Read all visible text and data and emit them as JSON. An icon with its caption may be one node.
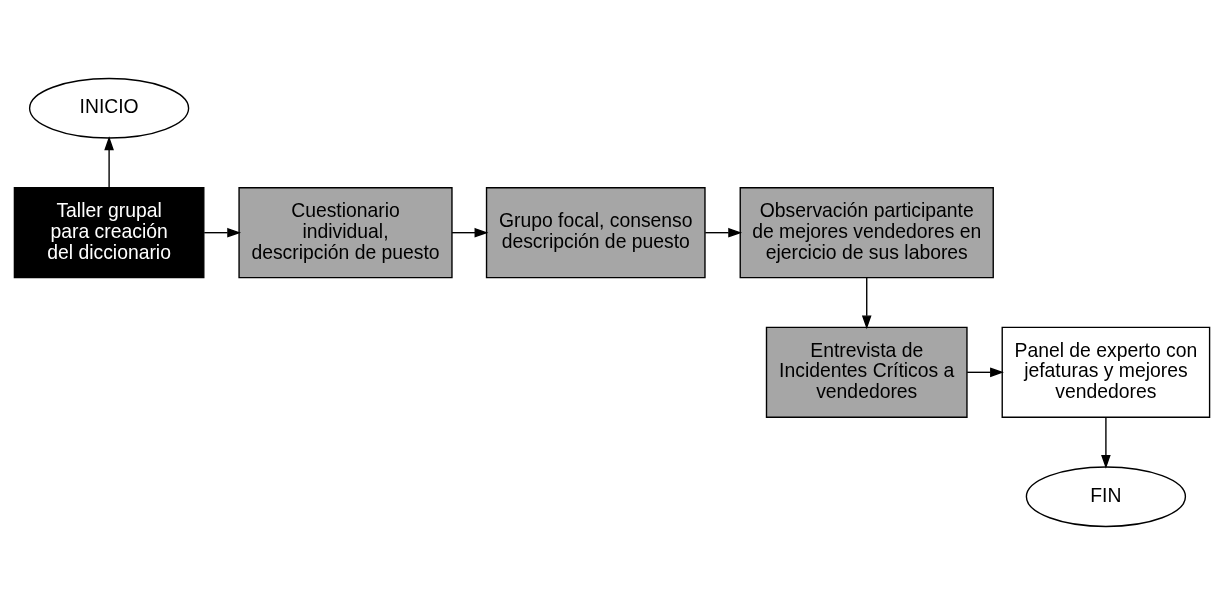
{
  "diagram": {
    "nodes": [
      {
        "text": [
          "INICIO"
        ]
      },
      {
        "text": [
          "Taller grupal para creación del diccionario"
        ]
      },
      {
        "text": [
          "Cuestionario individual, descripción de puesto"
        ]
      },
      {
        "text": [
          "Grupo focal, consenso descripción de puesto"
        ]
      },
      {
        "text": [
          "Observación participante de mejores vendedores en ejercicio de sus labores"
        ]
      },
      {
        "text": [
          "Entrevista de Incidentes Críticos a vendedores"
        ]
      },
      {
        "text": [
          "Panel de experto con jefaturas y mejores vendedores"
        ]
      },
      {
        "text": [
          "FIN"
        ]
      }
    ],
    "edges": [
      {
        "from": 1,
        "to": 0,
        "arrow": "to"
      },
      {
        "from": 1,
        "to": 2,
        "arrow": "to"
      },
      {
        "from": 2,
        "to": 3,
        "arrow": "to"
      },
      {
        "from": 3,
        "to": 4,
        "arrow": "to"
      },
      {
        "from": 4,
        "to": 5,
        "arrow": "to"
      },
      {
        "from": 5,
        "to": 6,
        "arrow": "to"
      },
      {
        "from": 6,
        "to": 7,
        "arrow": "to"
      }
    ]
  }
}
